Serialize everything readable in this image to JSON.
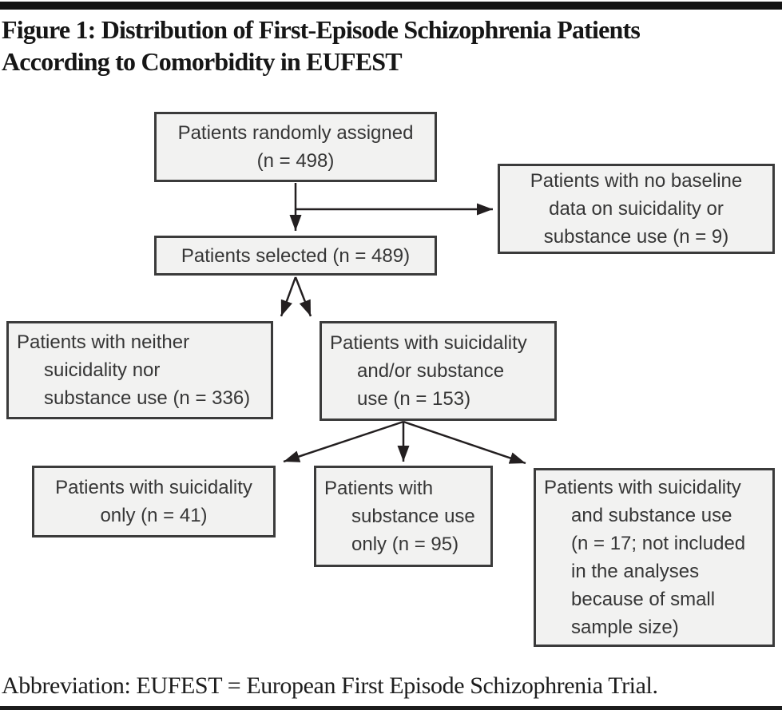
{
  "figure": {
    "title_line1": "Figure 1: Distribution of First-Episode Schizophrenia Patients",
    "title_line2": "According to Comorbidity in EUFEST",
    "abbreviation": "Abbreviation: EUFEST = European First Episode Schizophrenia Trial."
  },
  "flowchart": {
    "nodes": {
      "randomly_assigned": {
        "lines": [
          "Patients randomly assigned",
          "(n = 498)"
        ]
      },
      "no_baseline": {
        "lines": [
          "Patients with no baseline",
          "data on suicidality or",
          "substance use (n = 9)"
        ]
      },
      "selected": {
        "lines": [
          "Patients selected (n = 489)"
        ]
      },
      "neither": {
        "lines": [
          "Patients with neither",
          "suicidality nor",
          "substance use (n = 336)"
        ]
      },
      "andor": {
        "lines": [
          "Patients with suicidality",
          "and/or substance",
          "use (n = 153)"
        ]
      },
      "suicidality_only": {
        "lines": [
          "Patients with suicidality",
          "only (n = 41)"
        ]
      },
      "substance_only": {
        "lines": [
          "Patients with",
          "substance use",
          "only (n = 95)"
        ]
      },
      "both": {
        "lines": [
          "Patients with suicidality",
          "and substance use",
          "(n = 17; not included",
          "in the analyses",
          "because of small",
          "sample size)"
        ]
      }
    }
  },
  "colors": {
    "box_fill": "#f2f2f1",
    "box_border": "#3b3b3b",
    "connector": "#231f20",
    "box_text": "#363636",
    "rule": "#141414"
  }
}
